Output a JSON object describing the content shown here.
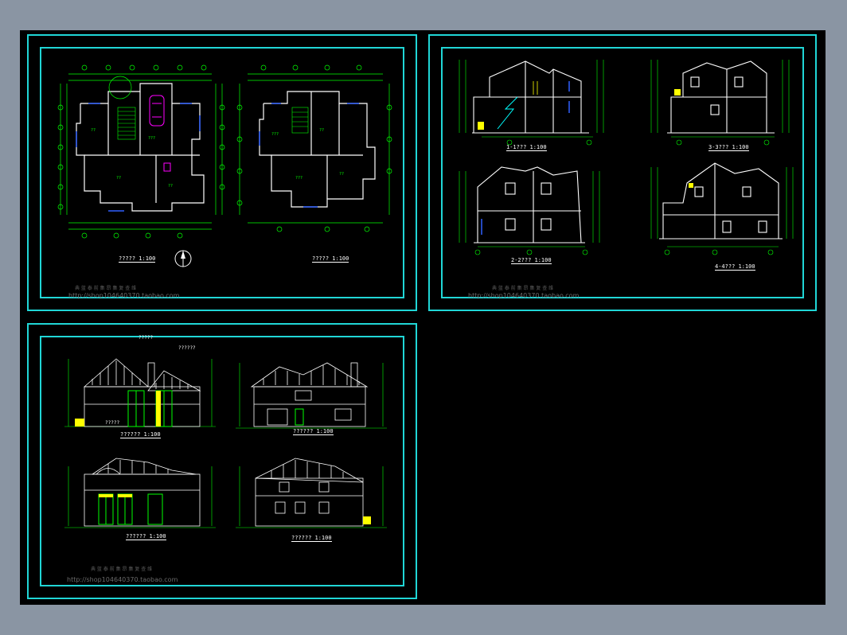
{
  "watermark": {
    "line1": "典 蓝 泰 前 集 昂 集 复 查 维",
    "url": "http://shop104640370.taobao.com"
  },
  "sheet_plans": {
    "labels": [
      "?????   1:100",
      "?????   1:100"
    ]
  },
  "sheet_sections": {
    "labels": [
      "1-1???   1:100",
      "3-3???   1:100",
      "2-2???   1:100",
      "4-4???   1:100"
    ]
  },
  "sheet_elevations": {
    "labels": [
      "??????   1:100",
      "??????   1:100",
      "??????   1:100",
      "??????   1:100"
    ],
    "tags": [
      "?????",
      "??????",
      "?????"
    ]
  },
  "colors": {
    "background": "#000000",
    "frame": "#20d6d6",
    "lines_primary": "#00ff00",
    "lines_white": "#ffffff",
    "accent_magenta": "#ff00ff",
    "accent_yellow": "#ffff00",
    "accent_blue": "#3060ff"
  }
}
